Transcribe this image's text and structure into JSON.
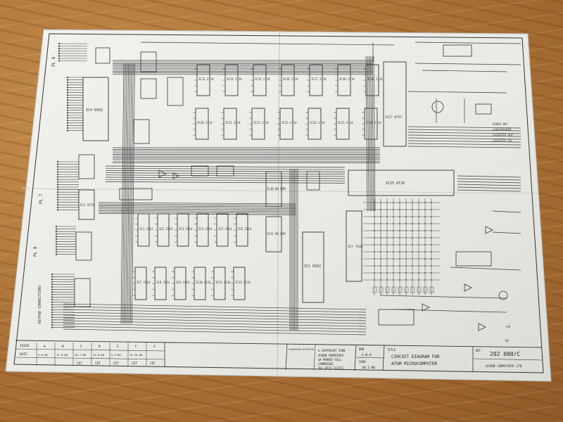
{
  "sheet": {
    "paper_color": "#ecece9",
    "ink_color": "#2a2a2a",
    "wood_color": "#b07a3e"
  },
  "side_labels": {
    "left_top": "PL 6",
    "left_mid": "PL 7",
    "left_lower": "PL 8",
    "left_keypad": "KEYPAD CONNECTIONS"
  },
  "chips_top_row": [
    "IC13 2114",
    "IC14 2114",
    "IC15 2114",
    "IC16 2114",
    "IC17 2114",
    "IC18 2114",
    "IC19 2114"
  ],
  "chips_upper_row": [
    "IC20 2114",
    "IC21 2114",
    "IC22 2114",
    "IC23 2114",
    "IC24 2114",
    "IC25 2114",
    "IC26 2114"
  ],
  "chips_mid_row": [
    "IC1 2114",
    "IC2 2114",
    "IC3 2114",
    "IC4 2114",
    "IC5 2114",
    "IC6 2114"
  ],
  "chips_low_row": [
    "IC7 2114",
    "IC8 2114",
    "IC9 2114",
    "IC10 2114",
    "IC11 2114",
    "IC12 2114"
  ],
  "big_chips": {
    "video": "IC4 6502",
    "via": "IC3 8T28",
    "cpu": "IC1 6502",
    "piv": "IC25 8T26",
    "kbd": "IC7 7445",
    "vdg": "IC27 8T97",
    "rom1": "IC30 8K ROM",
    "rom2": "IC31 8K ROM"
  },
  "right_labels": [
    "VIDEO OUT",
    "LOUDSPEAKER",
    "CASSETTE OUT",
    "CASSETTE IN",
    "+5V",
    "0V"
  ],
  "title_block": {
    "issue_label": "ISSUE",
    "date_label": "DATE",
    "issue_cols": [
      "A",
      "B",
      "C",
      "D",
      "E",
      "F",
      "G"
    ],
    "date_row": [
      "5.6.80",
      "17.6.80",
      "16.7.80",
      "19.8.80",
      "5.9.80",
      "14.10.80"
    ],
    "init_row": [
      "CET",
      "CET",
      "CET",
      "CET",
      "CET"
    ],
    "notes": "PL6 CONNECTIONS SHOWN AS SEEN FROM TRACK SIDE",
    "copyright_line1": "© COPYRIGHT 1980",
    "copyright_line2": "ACORN COMPUTERS",
    "copyright_line3": "4A MARKET HILL",
    "copyright_line4": "CAMBRIDGE",
    "copyright_line5": "TEL 0223 312772",
    "drn_label": "DRN",
    "chkd_label": "CHKD",
    "drn_value": "G.W.R.",
    "date_value": "28.2.80",
    "title_label": "TITLE",
    "title_line1": "CIRCUIT DIAGRAM FOR",
    "title_line2": "ATOM MICROCOMPUTER",
    "ref_label": "REF",
    "ref_value": "202 000/C",
    "company": "ACORN COMPUTERS LTD"
  }
}
